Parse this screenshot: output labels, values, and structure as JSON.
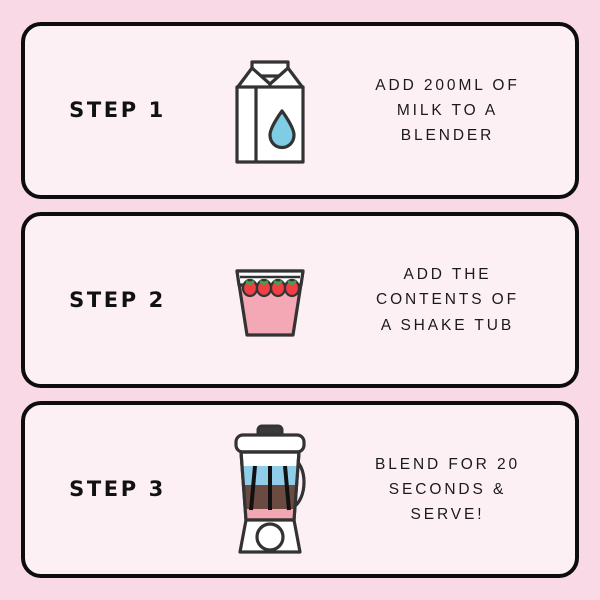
{
  "page": {
    "background_color": "#f9d9e6",
    "card_background_color": "#fdf0f5",
    "border_color": "#0d0d0d",
    "text_color": "#1a1a1a"
  },
  "steps": [
    {
      "label": "STEP 1",
      "icon": "milk-carton-icon",
      "icon_colors": {
        "carton": "#ffffff",
        "droplet": "#7fcde4",
        "outline": "#333333"
      },
      "instruction_lines": [
        "ADD 200ML OF",
        "MILK TO A",
        "BLENDER"
      ],
      "instruction_text": "ADD 200ML OF MILK TO A BLENDER"
    },
    {
      "label": "STEP 2",
      "icon": "shake-tub-icon",
      "icon_colors": {
        "tub": "#f4a7b4",
        "rim": "#ffffff",
        "strawberry": "#ef3f45",
        "leaf": "#3fa34b",
        "outline": "#333333"
      },
      "instruction_lines": [
        "ADD THE",
        "CONTENTS OF",
        "A SHAKE TUB"
      ],
      "instruction_text": "ADD THE CONTENTS OF A SHAKE TUB"
    },
    {
      "label": "STEP 3",
      "icon": "blender-icon",
      "icon_colors": {
        "top_layer": "#8fcde8",
        "middle_layer": "#6b4a42",
        "bottom_layer": "#f2a8b4",
        "body": "#ffffff",
        "knob": "#3a3a3a",
        "outline": "#333333"
      },
      "instruction_lines": [
        "BLEND FOR 20",
        "SECONDS &",
        "SERVE!"
      ],
      "instruction_text": "BLEND FOR 20 SECONDS & SERVE!"
    }
  ]
}
